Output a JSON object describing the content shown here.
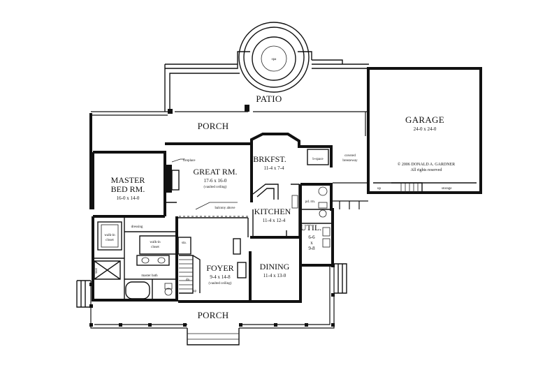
{
  "rooms": {
    "patio": {
      "name": "PATIO"
    },
    "spa": {
      "name": "spa"
    },
    "porch_rear": {
      "name": "PORCH"
    },
    "porch_front": {
      "name": "PORCH"
    },
    "garage": {
      "name": "GARAGE",
      "dim": "24-0 x 24-0"
    },
    "master_bed": {
      "name_line1": "MASTER",
      "name_line2": "BED RM.",
      "dim": "16-0 x 14-0"
    },
    "great_rm": {
      "name": "GREAT RM.",
      "dim": "17-6 x 16-0",
      "note": "(vaulted ceiling)"
    },
    "brkfst": {
      "name": "BRKFST.",
      "dim": "11-4 x 7-4"
    },
    "kitchen": {
      "name": "KITCHEN",
      "dim": "11-4 x 12-4"
    },
    "util": {
      "name": "UTIL.",
      "dim_line1": "6-6",
      "dim_line2": "x",
      "dim_line3": "9-8"
    },
    "dining": {
      "name": "DINING",
      "dim": "11-4 x 13-0"
    },
    "foyer": {
      "name": "FOYER",
      "dim": "9-4 x 14-8",
      "note": "(vaulted ceiling)"
    }
  },
  "annotations": {
    "fireplace": "fireplace",
    "balcony_above": "balcony above",
    "b_space": "b-space",
    "covered_breezeway": "covered",
    "covered_breezeway2": "breezeway",
    "copyright": "© 2006 DONALD A. GARDNER",
    "rights": "All rights reserved",
    "up_garage": "up",
    "storage": "storage",
    "pdr_rm": "pd. rm.",
    "walkin_closet_1": "walk-in",
    "walkin_closet_1b": "closet",
    "walkin_closet_2": "walk-in",
    "walkin_closet_2b": "closet",
    "dressing": "dressing",
    "master_bath": "master bath",
    "seat": "seat",
    "sta": "sta.",
    "up_stair": "up",
    "dn_stair": "dn"
  }
}
